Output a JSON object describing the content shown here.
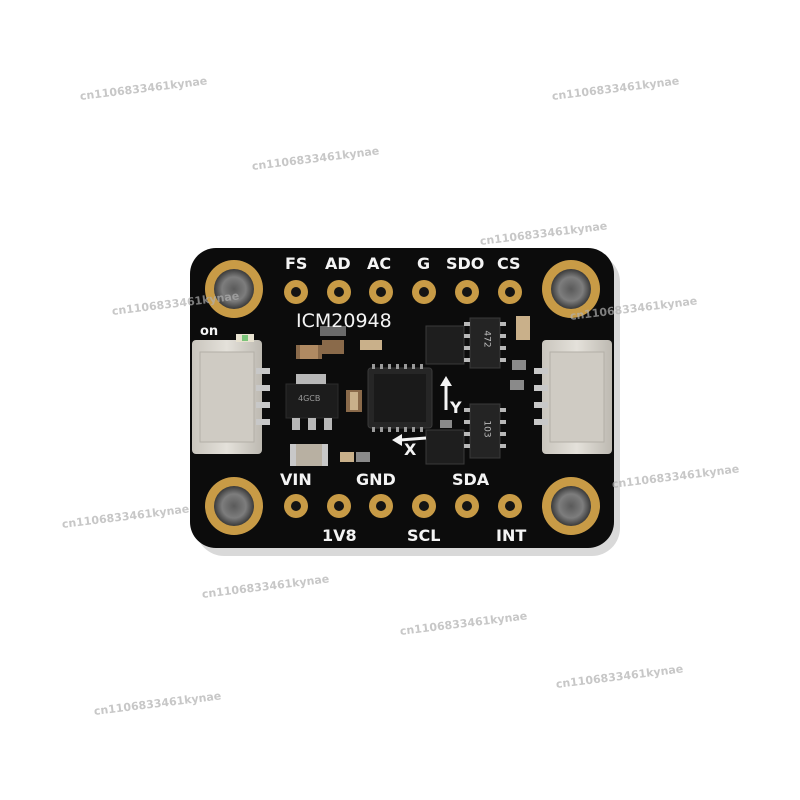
{
  "board": {
    "chip_label": "ICM20948",
    "top_pins": [
      "FS",
      "AD",
      "AC",
      "G",
      "SDO",
      "CS"
    ],
    "mid_pins": [
      "VIN",
      "GND",
      "SDA"
    ],
    "bottom_pins": [
      "1V8",
      "SCL",
      "INT"
    ],
    "power_led_label": "on",
    "axis_y_label": "Y",
    "axis_x_label": "X",
    "regulator_marking": "4GCB",
    "ic_marking_1": "472",
    "ic_marking_2": "103",
    "colors": {
      "pcb": "#0c0c0c",
      "gold": "#c89b46",
      "silkscreen": "#f4f4f4",
      "connector": "#d9d6cf"
    }
  },
  "watermarks": [
    "cn1106833461kynae",
    "cn1106833461kynae",
    "cn1106833461kynae",
    "cn1106833461kynae",
    "cn1106833461kynae",
    "cn1106833461kynae",
    "cn1106833461kynae",
    "cn1106833461kynae",
    "cn1106833461kynae",
    "cn1106833461kynae",
    "cn1106833461kynae",
    "cn1106833461kynae"
  ]
}
